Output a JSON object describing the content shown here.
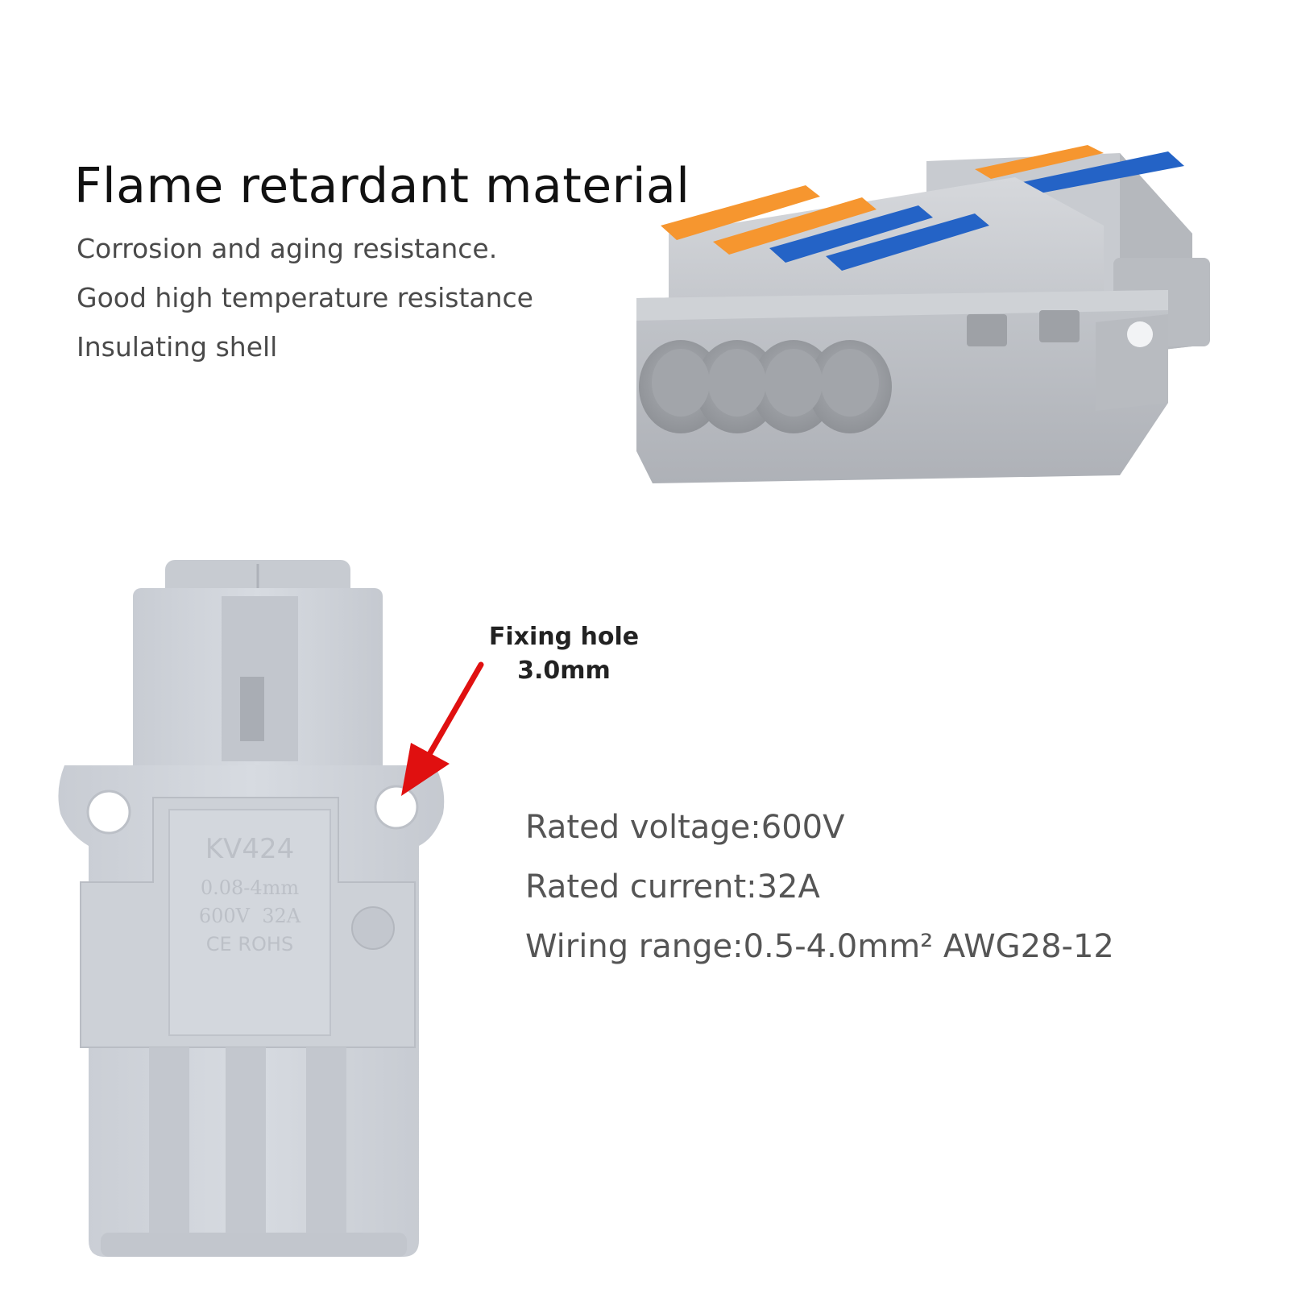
{
  "headline": "Flame retardant material",
  "features": [
    "Corrosion and aging resistance.",
    "Good high temperature resistance",
    "Insulating shell"
  ],
  "callout": {
    "line1": "Fixing hole",
    "line2": "3.0mm",
    "arrow_color": "#e01010"
  },
  "specs": [
    "Rated voltage:600V",
    "Rated current:32A",
    "Wiring range:0.5-4.0mm² AWG28-12"
  ],
  "product_label": {
    "model": "KV424",
    "range": "0.08-4mm",
    "rating": "600V  32A",
    "marks": "CE ROHS"
  },
  "colors": {
    "housing": "#c9ccd2",
    "lever_orange": "#f6962f",
    "lever_blue": "#2463c6"
  }
}
